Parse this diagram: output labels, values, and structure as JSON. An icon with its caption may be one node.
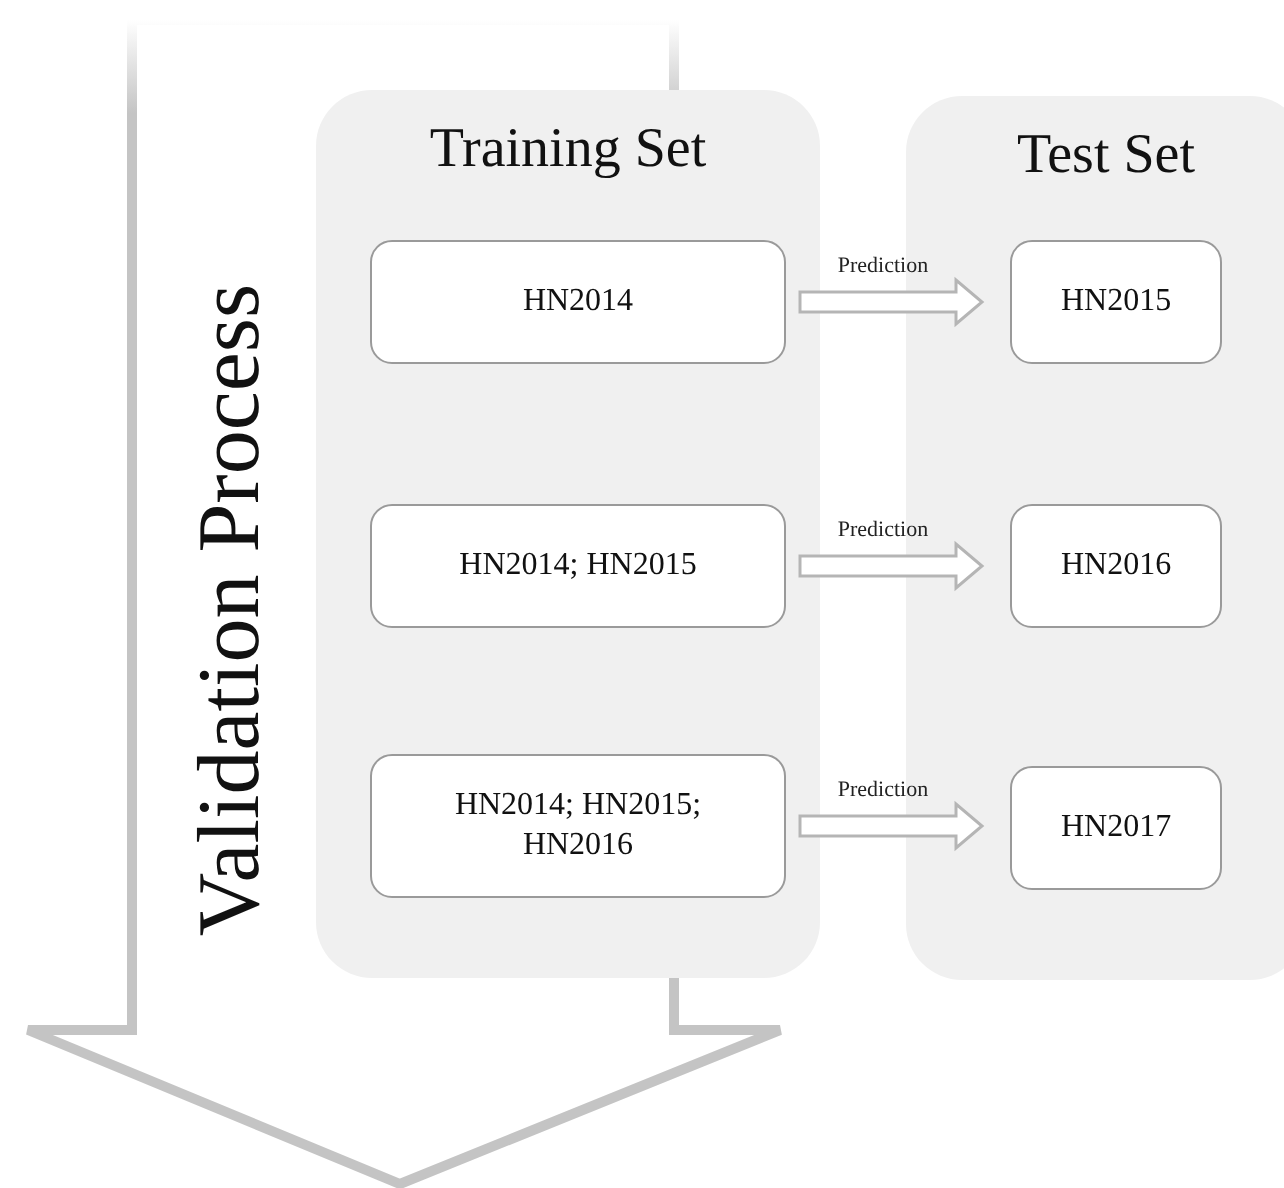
{
  "diagram": {
    "nodes": [
      {
        "text": [
          "Validation Process"
        ]
      },
      {
        "text": [
          "Training Set"
        ]
      },
      {
        "text": [
          "HN2014"
        ],
        "in": 1
      },
      {
        "text": [
          "HN2014; HN2015"
        ],
        "in": 1
      },
      {
        "text": [
          "HN2014; HN2015; HN2016"
        ],
        "in": 1
      },
      {
        "text": [
          "Test Set"
        ]
      },
      {
        "text": [
          "HN2015"
        ],
        "in": 5
      },
      {
        "text": [
          "HN2016"
        ],
        "in": 5
      },
      {
        "text": [
          "HN2017"
        ],
        "in": 5
      }
    ],
    "edges": [
      {
        "from": 2,
        "to": 6,
        "arrow": "to",
        "label": "Prediction"
      },
      {
        "from": 3,
        "to": 7,
        "arrow": "to",
        "label": "Prediction"
      },
      {
        "from": 4,
        "to": 8,
        "arrow": "to",
        "label": "Prediction"
      }
    ]
  }
}
